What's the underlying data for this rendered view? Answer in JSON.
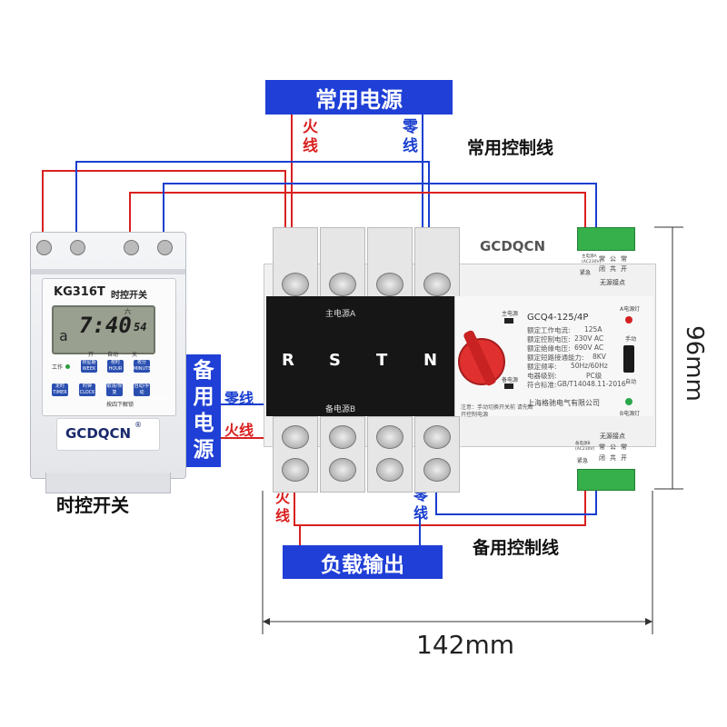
{
  "title_main_power": "常用电源",
  "title_backup_power": [
    "备",
    "用",
    "电",
    "源"
  ],
  "title_load_output": "负载输出",
  "label_main_control": "常用控制线",
  "label_backup_control": "备用控制线",
  "label_timer_switch": "时控开关",
  "top_wires": {
    "live": [
      "火",
      "线"
    ],
    "neutral": [
      "零",
      "线"
    ]
  },
  "backup_wires": {
    "neutral": "零线",
    "live": "火线"
  },
  "bottom_wires": {
    "live": [
      "火",
      "线"
    ],
    "neutral": [
      "零",
      "线"
    ]
  },
  "dim_height": "96mm",
  "dim_width": "142mm",
  "timer": {
    "model": "KG316T",
    "name": "时控开关",
    "lcd_time": "7:40",
    "lcd_seconds": "54",
    "lcd_left": "a",
    "lcd_top": "六",
    "header_row": [
      "开",
      "自动",
      "关"
    ],
    "work_label": "工作",
    "buttons_row1": [
      "校星期\nWEEK",
      "校时\nHOUR",
      "校分\nMINUTE"
    ],
    "buttons_row2": [
      "定时\nTIMER",
      "时钟\nCLOCK",
      "取消/恢复\nCANCEL/RECALL",
      "自动/手动\nAUTO/MANUAL"
    ],
    "unlock_hint": "按四下解锁",
    "brand": "GCDQCN",
    "brand_mark": "®"
  },
  "ats": {
    "brand": "GCDQCN",
    "main_source": "主电源A",
    "backup_source": "备电源B",
    "phases": [
      "R",
      "S",
      "T",
      "N"
    ],
    "model": "GCQ4-125/4P",
    "specs": [
      [
        "额定工作电流:",
        "125A"
      ],
      [
        "额定控制电压:",
        "230V AC"
      ],
      [
        "额定绝缘电压:",
        "690V AC"
      ],
      [
        "额定短路接通能力:",
        "8KV"
      ],
      [
        "额定频率:",
        "50Hz/60Hz"
      ],
      [
        "电器级别:",
        "PC级"
      ],
      [
        "符合标准:",
        "GB/T14048.11-2016"
      ]
    ],
    "manufacturer": "上海格驰电气有限公司",
    "lamp_a": "A电源灯",
    "lamp_b": "B电源灯",
    "mode_manual": "手动",
    "mode_auto": "自动",
    "main_power_tag": "主电源",
    "backup_power_tag": "备电源",
    "note": "注意：手动切换开关前 请先断开控制电源",
    "top_terminal": {
      "power_label": [
        "主电源A",
        "(AC230V)"
      ],
      "tag": "紧急",
      "cols": [
        "常",
        "公",
        "常"
      ],
      "cols2": [
        "闭",
        "共",
        "开"
      ],
      "passive": "无源接点"
    },
    "bottom_terminal": {
      "power_label": [
        "备电源B",
        "(AC230V)"
      ],
      "tag": "紧急",
      "cols": [
        "常",
        "公",
        "常"
      ],
      "cols2": [
        "闭",
        "共",
        "开"
      ],
      "passive": "无源接点"
    }
  },
  "colors": {
    "live": "#d92020",
    "neutral": "#1a3fcf",
    "label_box": "#1f3fd6",
    "knob": "#e03030"
  }
}
